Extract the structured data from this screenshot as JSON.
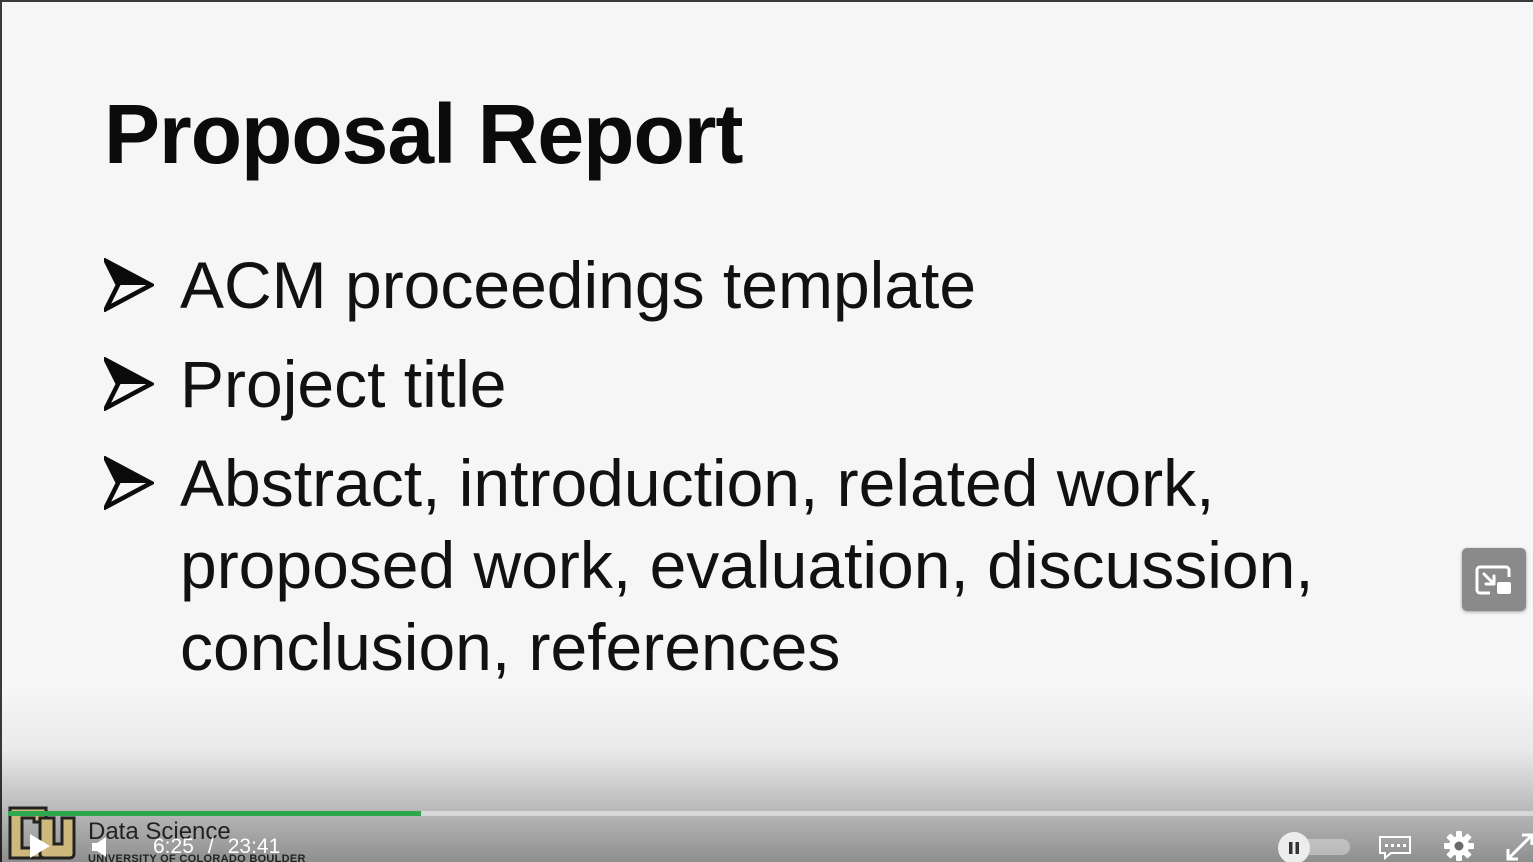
{
  "slide": {
    "title": "Proposal Report",
    "bullets": [
      {
        "text": "ACM proceedings template"
      },
      {
        "text": "Project title"
      },
      {
        "text": "Abstract, introduction, related work, proposed work, evaluation, discussion, conclusion, references"
      }
    ],
    "bullet_icon": "arrowhead-bullet-icon"
  },
  "watermark": {
    "title": "Data Science",
    "subtitle": "UNIVERSITY OF COLORADO BOULDER",
    "logo_icon": "cu-logo-icon"
  },
  "player": {
    "current_time": "6:25",
    "time_separator": "/",
    "duration": "23:41",
    "progress_fraction": 0.271,
    "accent_color": "#2ea84f",
    "icons": {
      "play": "play-icon",
      "volume": "volume-icon",
      "speed": "pause-icon",
      "captions": "captions-icon",
      "settings": "gear-icon",
      "fullscreen": "fullscreen-icon",
      "pip": "picture-in-picture-icon"
    }
  }
}
